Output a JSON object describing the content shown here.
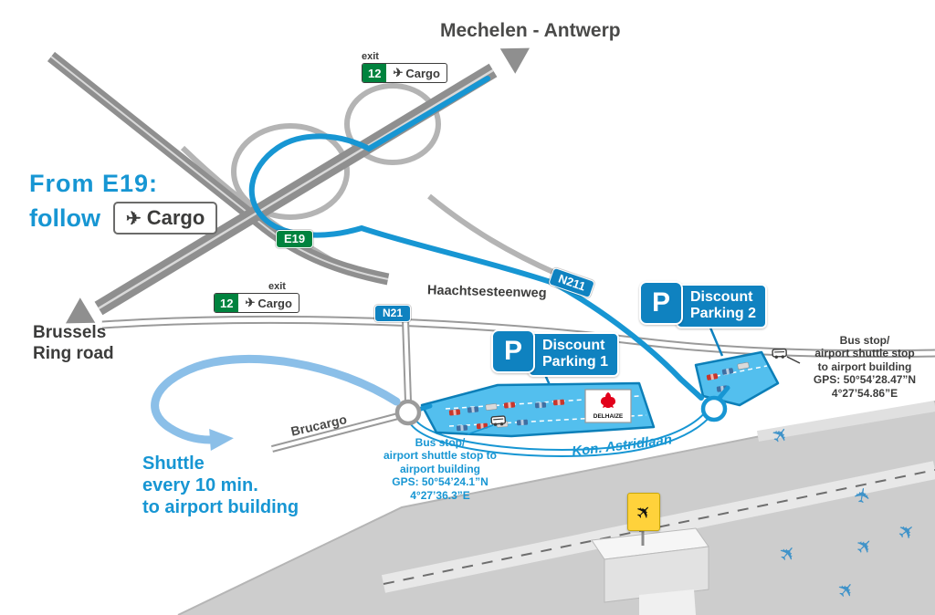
{
  "icons": {
    "plane": "✈"
  },
  "map": {
    "destinations": {
      "mechelen_antwerp": "Mechelen - Antwerp",
      "brussels_line1": "Brussels",
      "brussels_line2": "Ring road"
    },
    "route_instruction": {
      "line1": "From E19:",
      "line2": "follow",
      "cargo": "Cargo"
    },
    "exit_signs": {
      "exit_label": "exit",
      "exit_number": "12",
      "cargo": "Cargo"
    },
    "road_badges": {
      "e19": "E19",
      "n211": "N211",
      "n21": "N21"
    },
    "road_names": {
      "haachtsesteenweg": "Haachtsesteenweg",
      "brucargo": "Brucargo",
      "kon_astridlaan": "Kon. Astridlaan"
    },
    "parkings": {
      "p_symbol": "P",
      "parking1": [
        "Discount",
        "Parking 1"
      ],
      "parking2": [
        "Discount",
        "Parking 2"
      ]
    },
    "shuttle_note": [
      "Shuttle",
      "every 10 min.",
      "to airport building"
    ],
    "bus_stop_1": [
      "Bus stop/",
      "airport shuttle stop to",
      "airport building",
      "GPS: 50°54’24.1”N",
      "4°27’36.3”E"
    ],
    "bus_stop_2": [
      "Bus stop/",
      "airport shuttle stop",
      "to airport building",
      "GPS: 50°54’28.47”N",
      "4°27’54.86”E"
    ],
    "delhaize": "DELHAIZE",
    "colors": {
      "route_blue": "#1796D3",
      "sign_blue": "#0F82C0",
      "parking_fill": "#53BFEE",
      "parking_border": "#0C7FB8",
      "badge_green": "#00833E",
      "road_gray": "#8F8F8F",
      "ramp_gray": "#B4B4B4",
      "shuttle_light_blue": "#8BBFE8",
      "text_dark": "#3C3C3B",
      "delhaize_red": "#E2001A",
      "sign_yellow": "#FFD23B",
      "apron_gray": "#CDCDCD"
    }
  }
}
